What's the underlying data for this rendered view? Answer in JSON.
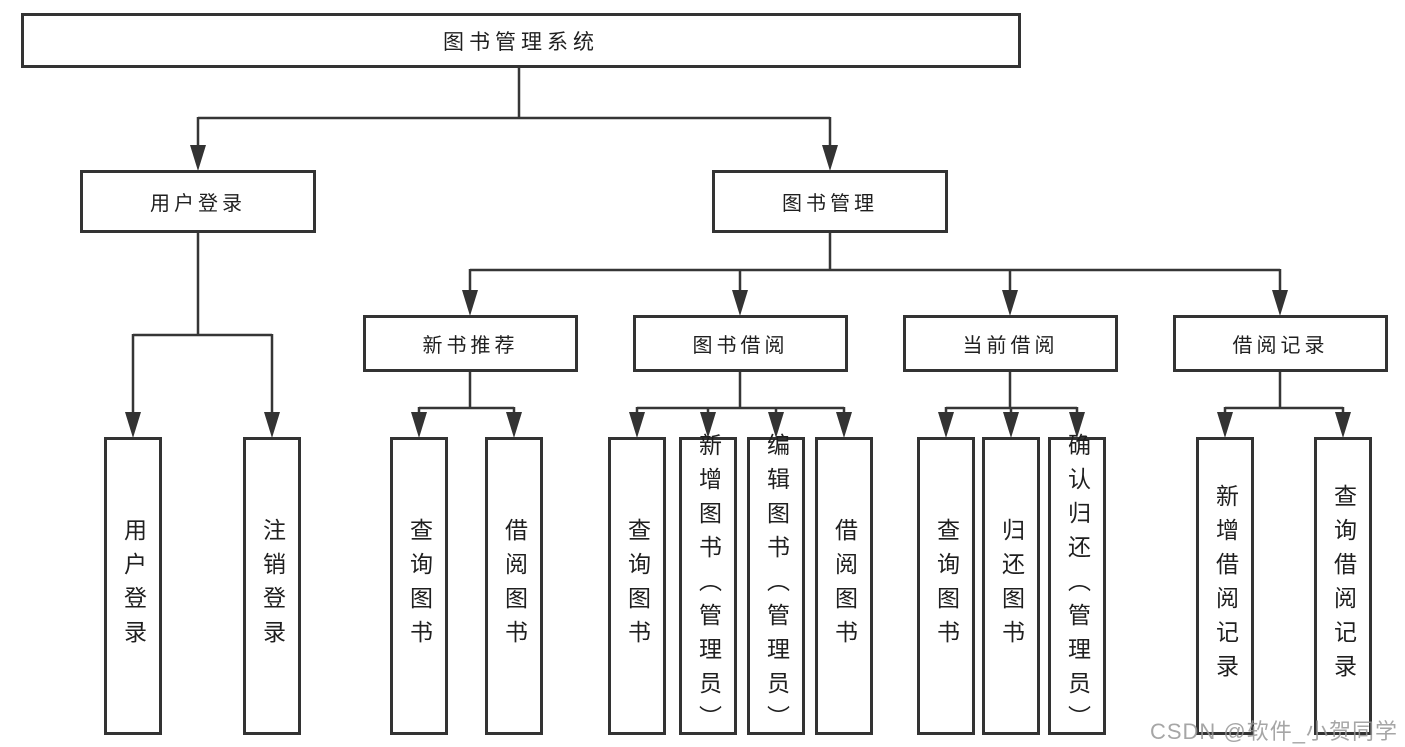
{
  "tree": {
    "label": "图书管理系统",
    "children": [
      {
        "label": "用户登录",
        "children": [
          {
            "label": "用户登录"
          },
          {
            "label": "注销登录"
          }
        ]
      },
      {
        "label": "图书管理",
        "children": [
          {
            "label": "新书推荐",
            "children": [
              {
                "label": "查询图书"
              },
              {
                "label": "借阅图书"
              }
            ]
          },
          {
            "label": "图书借阅",
            "children": [
              {
                "label": "查询图书"
              },
              {
                "label": "新增图书（管理员）"
              },
              {
                "label": "编辑图书（管理员）"
              },
              {
                "label": "借阅图书"
              }
            ]
          },
          {
            "label": "当前借阅",
            "children": [
              {
                "label": "查询图书"
              },
              {
                "label": "归还图书"
              },
              {
                "label": "确认归还（管理员）"
              }
            ]
          },
          {
            "label": "借阅记录",
            "children": [
              {
                "label": "新增借阅记录"
              },
              {
                "label": "查询借阅记录"
              }
            ]
          }
        ]
      }
    ]
  },
  "watermark": {
    "text": "CSDN @软件_小贺同学"
  },
  "colors": {
    "line": "#363636",
    "box_border": "#333333",
    "text": "#1f1f1f",
    "watermark": "#b3b3b3"
  }
}
